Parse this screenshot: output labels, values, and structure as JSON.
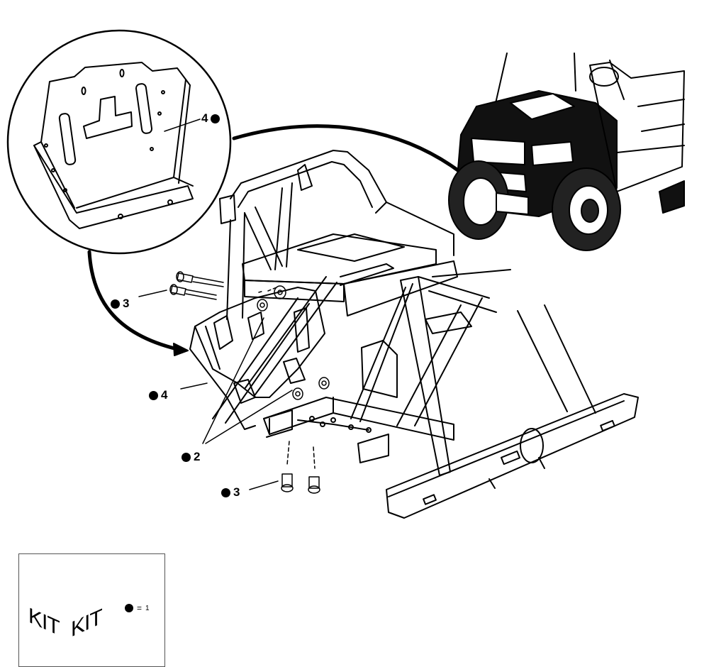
{
  "callouts": [
    {
      "id": "c4-top",
      "label": "4"
    },
    {
      "id": "c3-upper",
      "label": "3"
    },
    {
      "id": "c4-lower",
      "label": "4"
    },
    {
      "id": "c2",
      "label": "2"
    },
    {
      "id": "c3-lower",
      "label": "3"
    }
  ],
  "kit": {
    "left_label": "KIT",
    "right_label": "KIT",
    "legend_equals": "=",
    "legend_quantity": "1"
  },
  "colors": {
    "line": "#000000",
    "background": "#ffffff",
    "box_border": "#555555"
  }
}
